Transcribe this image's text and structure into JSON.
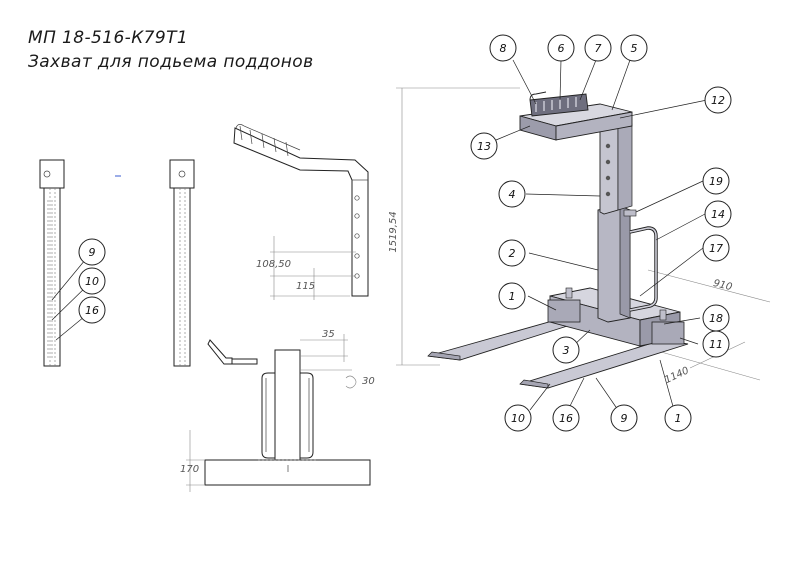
{
  "title": {
    "code": "МП 18-516-К79Т1",
    "name": "Захват для подьема поддонов"
  },
  "dimensions": {
    "height": "1519,54",
    "d108": "108,50",
    "d115": "115",
    "d35": "35",
    "d30": "30",
    "d170": "170",
    "d910": "910",
    "d1140": "1140"
  },
  "balloons": {
    "b8": "8",
    "b6": "6",
    "b7": "7",
    "b5": "5",
    "b12": "12",
    "b13": "13",
    "b4": "4",
    "b19": "19",
    "b14": "14",
    "b2": "2",
    "b17": "17",
    "b1a": "1",
    "b18": "18",
    "b3": "3",
    "b11": "11",
    "b10a": "10",
    "b16a": "16",
    "b9a": "9",
    "b1b": "1",
    "b9": "9",
    "b10": "10",
    "b16": "16"
  },
  "colors": {
    "metal": "#b9b9c6",
    "metal_dark": "#8d8d9c",
    "metal_light": "#d9d9e2",
    "line": "#222222"
  }
}
